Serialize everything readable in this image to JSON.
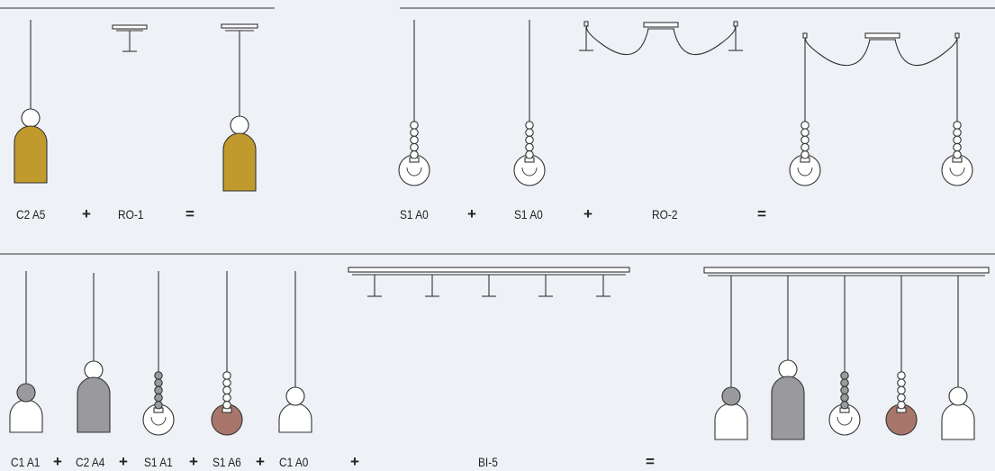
{
  "colors": {
    "background": "#eef1f5",
    "line": "#333333",
    "mustard": "#c09a2c",
    "grey": "#9a9a9c",
    "clay": "#a8766b",
    "white": "#ffffff"
  },
  "panel_top_left": {
    "labels": [
      "C2 A5",
      "RO-1"
    ],
    "operators": [
      "+",
      "="
    ]
  },
  "panel_top_right": {
    "labels": [
      "S1 A0",
      "S1 A0",
      "RO-2"
    ],
    "operators": [
      "+",
      "+",
      "="
    ]
  },
  "panel_bottom": {
    "labels": [
      "C1 A1",
      "C2 A4",
      "S1 A1",
      "S1 A6",
      "C1 A0",
      "BI-5"
    ],
    "operators": [
      "+",
      "+",
      "+",
      "+",
      "+",
      "="
    ]
  },
  "icons": [
    "pendant-lamp-icon",
    "canopy-icon",
    "ceiling-rose-icon",
    "linear-bar-icon"
  ]
}
